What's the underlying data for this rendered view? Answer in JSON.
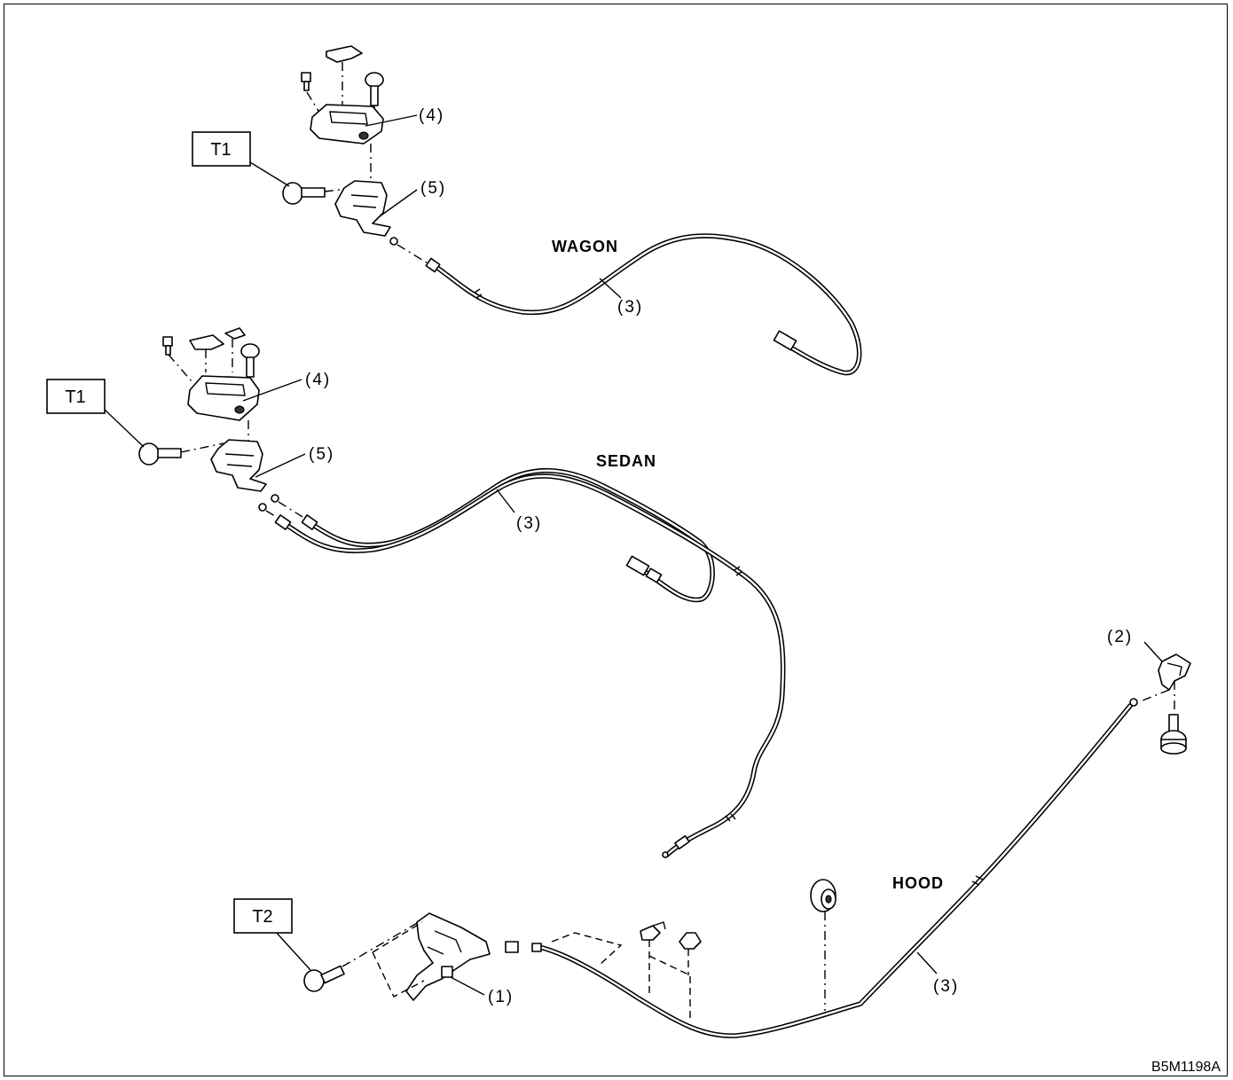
{
  "diagram": {
    "code": "B5M1198A",
    "sections": {
      "wagon": "WAGON",
      "sedan": "SEDAN",
      "hood": "HOOD"
    },
    "torque_labels": {
      "wagon": "T1",
      "sedan": "T1",
      "hood": "T2"
    },
    "part_labels": {
      "p1": "(1)",
      "p2": "(2)",
      "p3_wagon": "(3)",
      "p3_sedan": "(3)",
      "p3_hood": "(3)",
      "p4_wagon": "(4)",
      "p4_sedan": "(4)",
      "p5_wagon": "(5)",
      "p5_sedan": "(5)"
    }
  }
}
